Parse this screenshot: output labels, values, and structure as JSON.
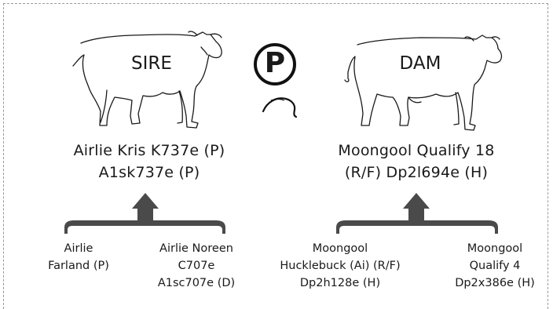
{
  "sire": {
    "label": "SIRE",
    "name_line1": "Airlie Kris K737e (P)",
    "name_line2": "A1sk737e (P)"
  },
  "dam": {
    "label": "DAM",
    "name_line1": "Moongool Qualify 18",
    "name_line2": "(R/F) Dp2l694e (H)"
  },
  "center_symbol": "P",
  "sire_parents": [
    {
      "lines": [
        "Airlie",
        "Farland (P)"
      ]
    },
    {
      "lines": [
        "Airlie Noreen",
        "C707e",
        "A1sc707e (D)"
      ]
    }
  ],
  "dam_parents": [
    {
      "lines": [
        "Moongool",
        "Hucklebuck (Ai) (R/F)",
        "Dp2h128e (H)"
      ]
    },
    {
      "lines": [
        "Moongool",
        "Qualify 4",
        "Dp2x386e (H)"
      ]
    }
  ],
  "colors": {
    "line": "#1a1a1a",
    "arrow": "#4a4a4a",
    "frame": "#9a9a9a"
  }
}
